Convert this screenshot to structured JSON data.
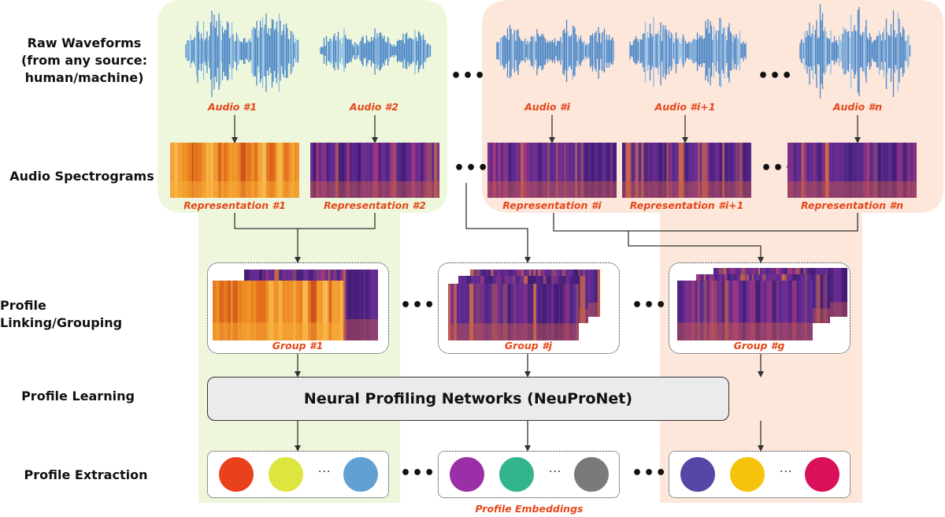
{
  "row_labels": {
    "raw_waveforms": [
      "Raw Waveforms",
      "(from any source:",
      "human/machine)"
    ],
    "spectrograms": "Audio Spectrograms",
    "linking": "Profile Linking/Grouping",
    "learning": "Profile Learning",
    "extraction": "Profile Extraction"
  },
  "audio_captions": [
    "Audio #1",
    "Audio #2",
    "Audio #i",
    "Audio #i+1",
    "Audio #n"
  ],
  "representation_captions": [
    "Representation #1",
    "Representation #2",
    "Representation #i",
    "Representation #i+1",
    "Representation #n"
  ],
  "group_captions": [
    "Group #1",
    "Group #j",
    "Group #g"
  ],
  "network_label": "Neural Profiling Networks (NeuProNet)",
  "embeddings_caption": "Profile Embeddings",
  "ellipsis": "•••",
  "small_ellipsis": "···",
  "colors": {
    "green_region": "#eef7dc",
    "peach_region": "#fde6da",
    "caption": "#e4481a",
    "waveform": "#4a86c8",
    "spec_orange": "#f08a1c",
    "spec_purple": "#5a2590"
  },
  "embedding_colors": [
    [
      "#e8411c",
      "#dde53f",
      "#62a0d4"
    ],
    [
      "#9b2fa8",
      "#32b48f",
      "#7a7a7a"
    ],
    [
      "#5447a6",
      "#f6c30c",
      "#d9105a"
    ]
  ]
}
